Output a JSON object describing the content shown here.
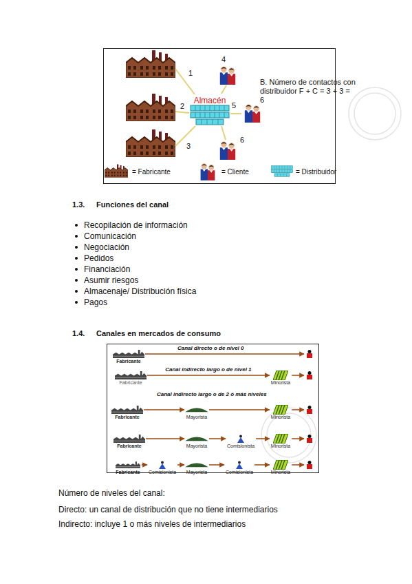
{
  "diagram": {
    "nodes": [
      {
        "text": [
          "Almacén"
        ]
      },
      {
        "text": [
          "Fabricante"
        ]
      },
      {
        "text": [
          "Fabricante"
        ]
      },
      {
        "text": [
          "Minorista"
        ]
      },
      {
        "text": [
          "Fabricante"
        ]
      },
      {
        "text": [
          "Mayorista"
        ]
      },
      {
        "text": [
          "Minorista"
        ]
      },
      {
        "text": [
          "Fabricante"
        ]
      },
      {
        "text": [
          "Mayorista"
        ]
      },
      {
        "text": [
          "Comisionista"
        ]
      },
      {
        "text": [
          "Minorista"
        ]
      },
      {
        "text": [
          "Fabricante"
        ]
      },
      {
        "text": [
          "Comisionista"
        ]
      },
      {
        "text": [
          "Mayorista"
        ]
      },
      {
        "text": [
          "Comisionista"
        ]
      },
      {
        "text": [
          "Minorista"
        ]
      }
    ],
    "edges": [
      {
        "from": 2,
        "to": 3,
        "arrow": "to",
        "label": "Canal indirecto largo o de nivel 1"
      },
      {
        "from": 4,
        "to": 5,
        "arrow": "to"
      },
      {
        "from": 5,
        "to": 6,
        "arrow": "to"
      },
      {
        "from": 7,
        "to": 8,
        "arrow": "to"
      },
      {
        "from": 8,
        "to": 9,
        "arrow": "to"
      },
      {
        "from": 9,
        "to": 10,
        "arrow": "to"
      },
      {
        "from": 11,
        "to": 12,
        "arrow": "to"
      },
      {
        "from": 12,
        "to": 13,
        "arrow": "to"
      },
      {
        "from": 13,
        "to": 14,
        "arrow": "to"
      },
      {
        "from": 14,
        "to": 15,
        "arrow": "to"
      }
    ],
    "labels": [
      "1",
      "2",
      "3",
      "4",
      "5",
      "6",
      "B. Número de contactos con distribuidor F + C = 3 + 3 = 6",
      "1.3.",
      "Funciones del canal",
      "Recopilación de información",
      "Comunicación",
      "Negociación",
      "Pedidos",
      "Financiación",
      "Asumir riesgos",
      "Almacenaje/ Distribución física",
      "Pagos",
      "1.4.",
      "Canales en mercados de consumo",
      "Canal directo o de nivel 0",
      "Canal indirecto largo o de 2 ó más niveles",
      "Número de niveles del canal:",
      "Directo: un canal de distribución que no tiene intermediarios",
      "Indirecto: incluye 1 o más niveles de intermediarios"
    ],
    "legend": [
      {
        "text": "= Fabricante"
      },
      {
        "text": "= Cliente"
      },
      {
        "text": "= Distribuidor"
      }
    ]
  }
}
